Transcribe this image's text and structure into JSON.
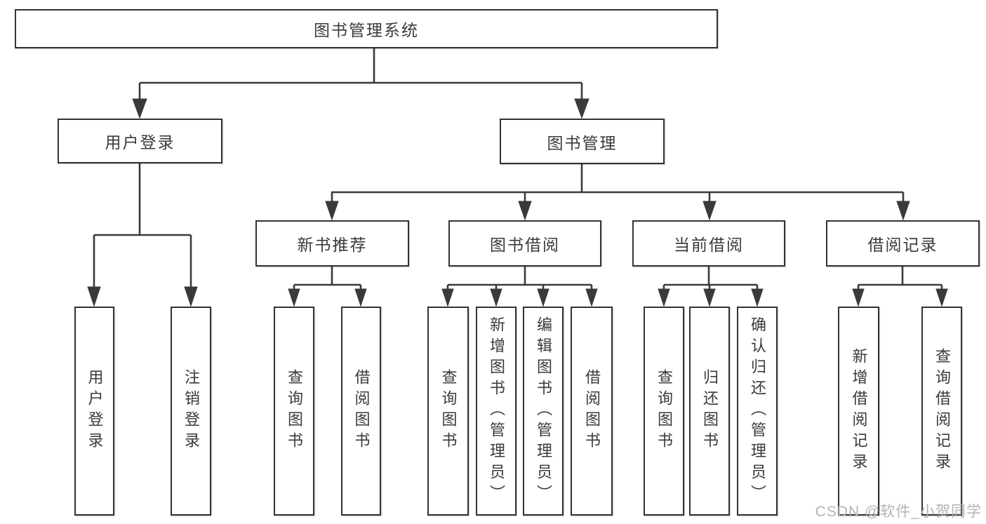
{
  "tree": {
    "root": {
      "label": "图书管理系统",
      "children": [
        {
          "label": "用户登录",
          "children": [
            {
              "label": "用户登录"
            },
            {
              "label": "注销登录"
            }
          ]
        },
        {
          "label": "图书管理",
          "children": [
            {
              "label": "新书推荐",
              "children": [
                {
                  "label": "查询图书"
                },
                {
                  "label": "借阅图书"
                }
              ]
            },
            {
              "label": "图书借阅",
              "children": [
                {
                  "label": "查询图书"
                },
                {
                  "label": "新增图书（管理员）"
                },
                {
                  "label": "编辑图书（管理员）"
                },
                {
                  "label": "借阅图书"
                }
              ]
            },
            {
              "label": "当前借阅",
              "children": [
                {
                  "label": "查询图书"
                },
                {
                  "label": "归还图书"
                },
                {
                  "label": "确认归还（管理员）"
                }
              ]
            },
            {
              "label": "借阅记录",
              "children": [
                {
                  "label": "新增借阅记录"
                },
                {
                  "label": "查询借阅记录"
                }
              ]
            }
          ]
        }
      ]
    }
  },
  "watermark": {
    "text": "CSDN @软件_小贺同学"
  },
  "colors": {
    "line": "#3a3a3a",
    "box_border": "#333333",
    "text": "#3a3a3a",
    "watermark": "#b3b3b3",
    "background": "#ffffff"
  }
}
